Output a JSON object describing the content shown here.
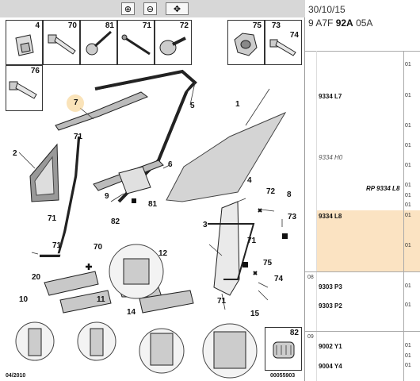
{
  "toolbar": {
    "buttons": [
      {
        "name": "zoom-in-button",
        "icon": "zoom-in-icon",
        "glyph": "⊕"
      },
      {
        "name": "zoom-out-button",
        "icon": "zoom-out-icon",
        "glyph": "⊖"
      },
      {
        "name": "zoom-fit-button",
        "icon": "zoom-move-icon",
        "glyph": "✥"
      }
    ]
  },
  "diagram": {
    "part_boxes": [
      "4",
      "70",
      "81",
      "71",
      "72",
      "75",
      "73",
      "74",
      "76",
      "82"
    ],
    "callouts": [
      "7",
      "1",
      "5",
      "71",
      "2",
      "6",
      "9",
      "4",
      "72",
      "8",
      "82",
      "81",
      "71",
      "73",
      "3",
      "71",
      "70",
      "12",
      "20",
      "75",
      "74",
      "71",
      "10",
      "11",
      "14",
      "15",
      "71"
    ],
    "footer_date": "04/2010",
    "footer_code": "00055903"
  },
  "info": {
    "date": "30/10/15",
    "code_prefix": "9 A7F",
    "code_bold": "92A",
    "code_suffix": "05A"
  },
  "parts": {
    "rows": [
      {
        "ref": "9334 L7",
        "quantities": [
          "01",
          "01",
          "01"
        ]
      },
      {
        "ref": "9334 H0",
        "rp": "RP 9334 L8",
        "quantities": [
          "01",
          "01",
          "01",
          "01",
          "01"
        ]
      },
      {
        "ref": "9334 L8",
        "quantities": [
          "01",
          "01"
        ]
      }
    ],
    "group_08": {
      "label": "08",
      "refs": [
        "9303 P3",
        "9303 P2"
      ],
      "quantities": [
        "01",
        "01"
      ]
    },
    "group_09": {
      "label": "09",
      "refs": [
        "9002 Y1",
        "9004 Y4"
      ],
      "quantities": [
        "01",
        "01",
        "01"
      ]
    }
  },
  "colors": {
    "highlight": "#fbe3c2",
    "toolbar": "#d7d7d7",
    "callout_ring": "#f7d08a"
  }
}
